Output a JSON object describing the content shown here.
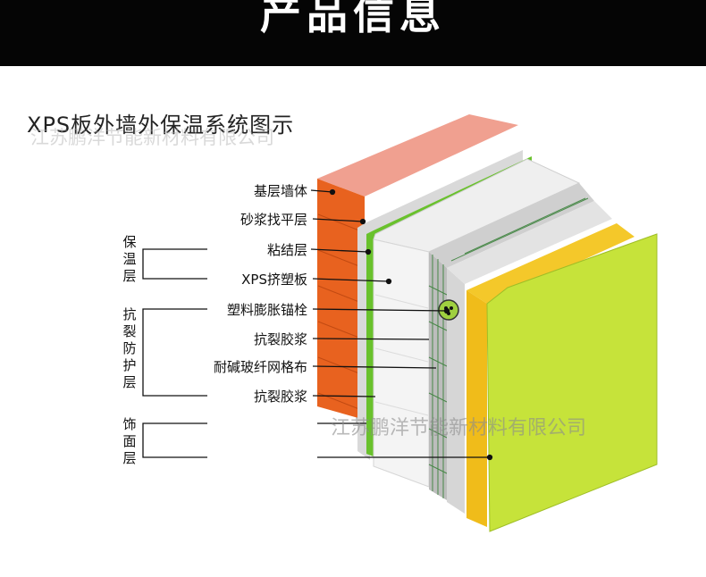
{
  "banner": {
    "title": "产品信息"
  },
  "diagram": {
    "title": "XPS板外墙外保温系统图示",
    "watermark_top": "江苏鹏洋节能新材料有限公司",
    "watermark_bottom": "江苏鹏洋节能新材料有限公司",
    "layers": [
      {
        "label": "基层墙体"
      },
      {
        "label": "砂浆找平层"
      },
      {
        "label": "粘结层"
      },
      {
        "label": "XPS挤塑板"
      },
      {
        "label": "塑料膨胀锚栓"
      },
      {
        "label": "抗裂胶浆"
      },
      {
        "label": "耐碱玻纤网格布"
      },
      {
        "label": "抗裂胶浆"
      }
    ],
    "groups": [
      {
        "label": "保温层"
      },
      {
        "label": "抗裂防护层"
      },
      {
        "label": "饰面层"
      }
    ]
  },
  "colors": {
    "brick": "#e8621f",
    "brick_top": "#f0a090",
    "green_layer": "#69c12c",
    "grey_layer": "#c8c8c8",
    "xps_board": "#f2f2f2",
    "yellow_layer": "#f4c82a",
    "lime_finish": "#c6e33a"
  }
}
